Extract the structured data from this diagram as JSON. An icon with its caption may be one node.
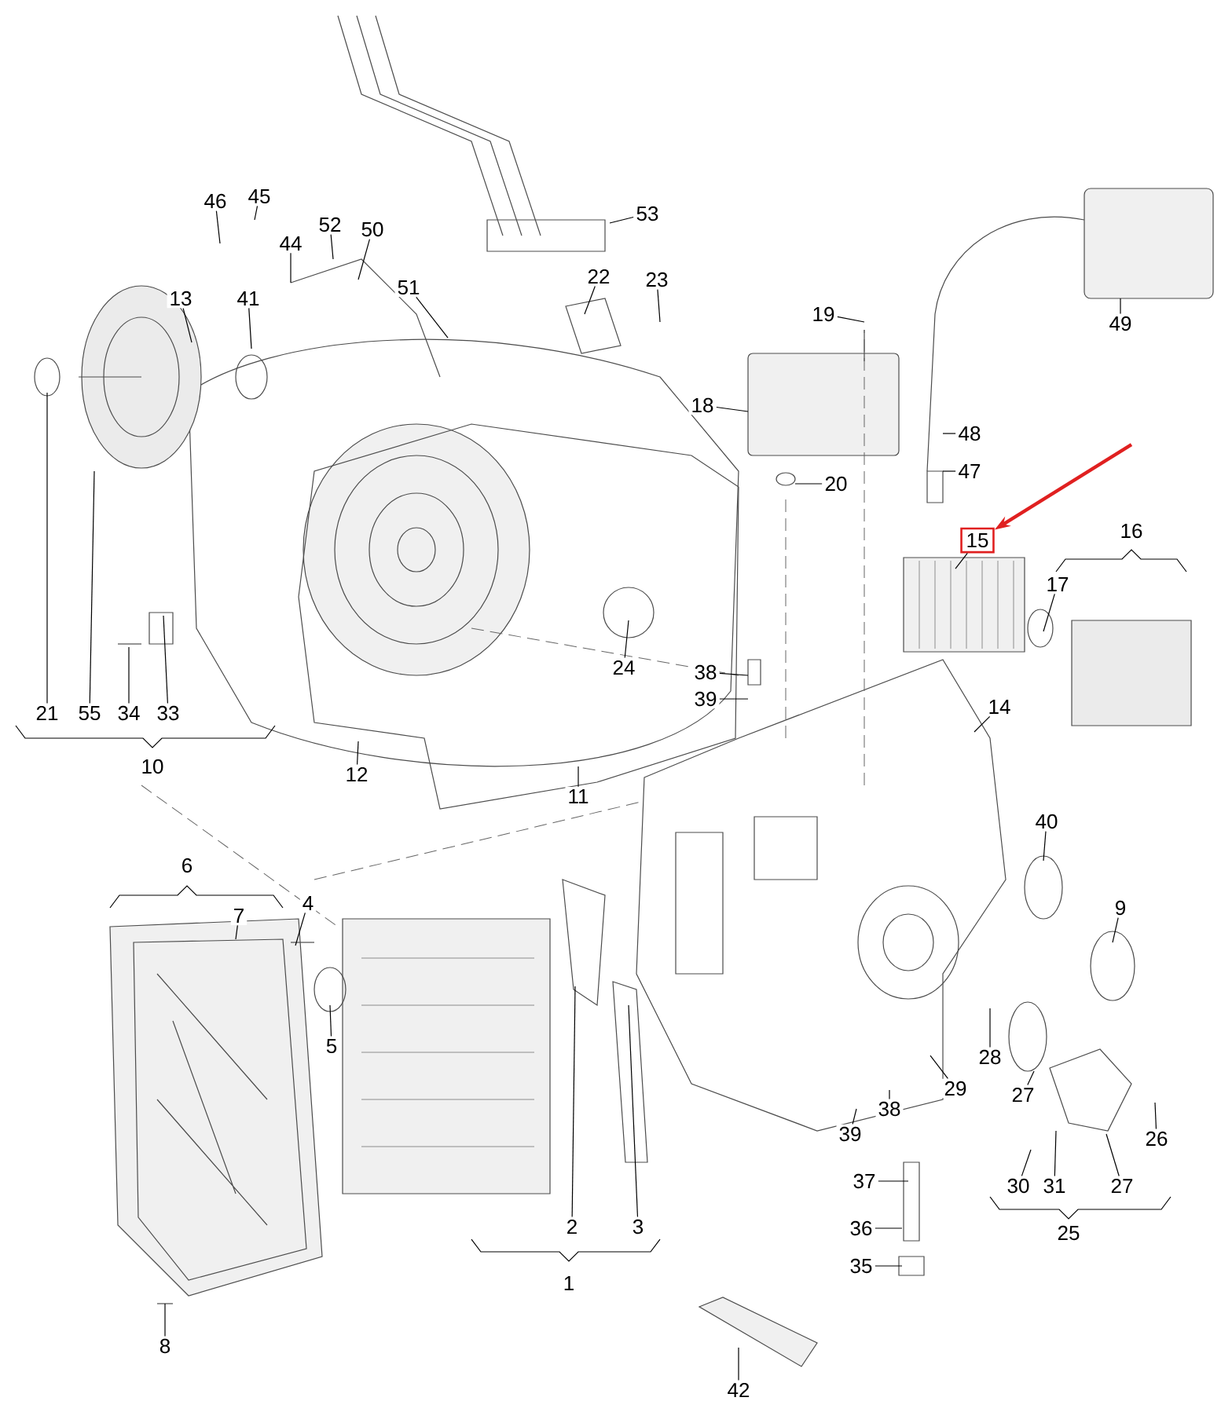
{
  "diagram": {
    "nodes": [
      {
        "text": [
          "53"
        ]
      },
      {
        "text": [
          "46"
        ]
      },
      {
        "text": [
          "45"
        ]
      },
      {
        "text": [
          "52"
        ]
      },
      {
        "text": [
          "50"
        ]
      },
      {
        "text": [
          "44"
        ]
      },
      {
        "text": [
          "22"
        ]
      },
      {
        "text": [
          "23"
        ]
      },
      {
        "text": [
          "13"
        ]
      },
      {
        "text": [
          "41"
        ]
      },
      {
        "text": [
          "51"
        ]
      },
      {
        "text": [
          "19"
        ]
      },
      {
        "text": [
          "49"
        ]
      },
      {
        "text": [
          "18"
        ]
      },
      {
        "text": [
          "48"
        ]
      },
      {
        "text": [
          "47"
        ]
      },
      {
        "text": [
          "20"
        ]
      },
      {
        "text": [
          "15"
        ]
      },
      {
        "text": [
          "16"
        ]
      },
      {
        "text": [
          "17"
        ]
      },
      {
        "text": [
          "24"
        ]
      },
      {
        "text": [
          "38"
        ]
      },
      {
        "text": [
          "39"
        ]
      },
      {
        "text": [
          "14"
        ]
      },
      {
        "text": [
          "21"
        ]
      },
      {
        "text": [
          "55"
        ]
      },
      {
        "text": [
          "34"
        ]
      },
      {
        "text": [
          "33"
        ]
      },
      {
        "text": [
          "10"
        ]
      },
      {
        "text": [
          "12"
        ]
      },
      {
        "text": [
          "11"
        ]
      },
      {
        "text": [
          "40"
        ]
      },
      {
        "text": [
          "6"
        ]
      },
      {
        "text": [
          "4"
        ]
      },
      {
        "text": [
          "9"
        ]
      },
      {
        "text": [
          "7"
        ]
      },
      {
        "text": [
          "5"
        ]
      },
      {
        "text": [
          "28"
        ]
      },
      {
        "text": [
          "29"
        ]
      },
      {
        "text": [
          "27"
        ]
      },
      {
        "text": [
          "38"
        ]
      },
      {
        "text": [
          "39"
        ]
      },
      {
        "text": [
          "26"
        ]
      },
      {
        "text": [
          "37"
        ]
      },
      {
        "text": [
          "30"
        ]
      },
      {
        "text": [
          "31"
        ]
      },
      {
        "text": [
          "27"
        ]
      },
      {
        "text": [
          "2"
        ]
      },
      {
        "text": [
          "3"
        ]
      },
      {
        "text": [
          "36"
        ]
      },
      {
        "text": [
          "25"
        ]
      },
      {
        "text": [
          "35"
        ]
      },
      {
        "text": [
          "1"
        ]
      },
      {
        "text": [
          "8"
        ]
      },
      {
        "text": [
          "42"
        ]
      }
    ],
    "edges": [
      {
        "from": 0,
        "to": null,
        "arrow": "none"
      },
      {
        "from": 1,
        "to": null,
        "arrow": "none"
      },
      {
        "from": 2,
        "to": null,
        "arrow": "none"
      },
      {
        "from": 3,
        "to": null,
        "arrow": "none"
      },
      {
        "from": 4,
        "to": null,
        "arrow": "none"
      },
      {
        "from": 5,
        "to": null,
        "arrow": "none"
      },
      {
        "from": 6,
        "to": null,
        "arrow": "none"
      },
      {
        "from": 7,
        "to": null,
        "arrow": "none"
      },
      {
        "from": 8,
        "to": null,
        "arrow": "none"
      },
      {
        "from": 9,
        "to": null,
        "arrow": "none"
      },
      {
        "from": 10,
        "to": null,
        "arrow": "none"
      },
      {
        "from": 11,
        "to": null,
        "arrow": "none"
      },
      {
        "from": 12,
        "to": null,
        "arrow": "none"
      },
      {
        "from": 13,
        "to": null,
        "arrow": "none"
      },
      {
        "from": 14,
        "to": null,
        "arrow": "none"
      },
      {
        "from": 15,
        "to": null,
        "arrow": "none"
      },
      {
        "from": 16,
        "to": null,
        "arrow": "none"
      },
      {
        "from": 17,
        "to": null,
        "arrow": "none"
      },
      {
        "from": 19,
        "to": null,
        "arrow": "none"
      },
      {
        "from": 20,
        "to": null,
        "arrow": "none"
      },
      {
        "from": 21,
        "to": null,
        "arrow": "none"
      },
      {
        "from": 22,
        "to": null,
        "arrow": "none"
      },
      {
        "from": 23,
        "to": null,
        "arrow": "none"
      },
      {
        "from": 24,
        "to": null,
        "arrow": "none"
      },
      {
        "from": 25,
        "to": null,
        "arrow": "none"
      },
      {
        "from": 26,
        "to": null,
        "arrow": "none"
      },
      {
        "from": 27,
        "to": null,
        "arrow": "none"
      },
      {
        "from": 29,
        "to": null,
        "arrow": "none"
      },
      {
        "from": 30,
        "to": null,
        "arrow": "none"
      },
      {
        "from": 31,
        "to": null,
        "arrow": "none"
      },
      {
        "from": 33,
        "to": null,
        "arrow": "none"
      },
      {
        "from": 34,
        "to": null,
        "arrow": "none"
      },
      {
        "from": 35,
        "to": null,
        "arrow": "none"
      },
      {
        "from": 36,
        "to": null,
        "arrow": "none"
      },
      {
        "from": 37,
        "to": null,
        "arrow": "none"
      },
      {
        "from": 38,
        "to": null,
        "arrow": "none"
      },
      {
        "from": 39,
        "to": null,
        "arrow": "none"
      },
      {
        "from": 40,
        "to": null,
        "arrow": "none"
      },
      {
        "from": 41,
        "to": null,
        "arrow": "none"
      },
      {
        "from": 42,
        "to": null,
        "arrow": "none"
      },
      {
        "from": 43,
        "to": null,
        "arrow": "none"
      },
      {
        "from": 44,
        "to": null,
        "arrow": "none"
      },
      {
        "from": 45,
        "to": null,
        "arrow": "none"
      },
      {
        "from": 46,
        "to": null,
        "arrow": "none"
      },
      {
        "from": 47,
        "to": null,
        "arrow": "none"
      },
      {
        "from": 48,
        "to": null,
        "arrow": "none"
      },
      {
        "from": 49,
        "to": null,
        "arrow": "none"
      },
      {
        "from": 51,
        "to": null,
        "arrow": "none"
      },
      {
        "from": 53,
        "to": null,
        "arrow": "none"
      },
      {
        "from": 54,
        "to": null,
        "arrow": "none"
      },
      {
        "from": null,
        "to": 17,
        "arrow": "to",
        "style": "thick",
        "color": "#e02020"
      }
    ]
  }
}
